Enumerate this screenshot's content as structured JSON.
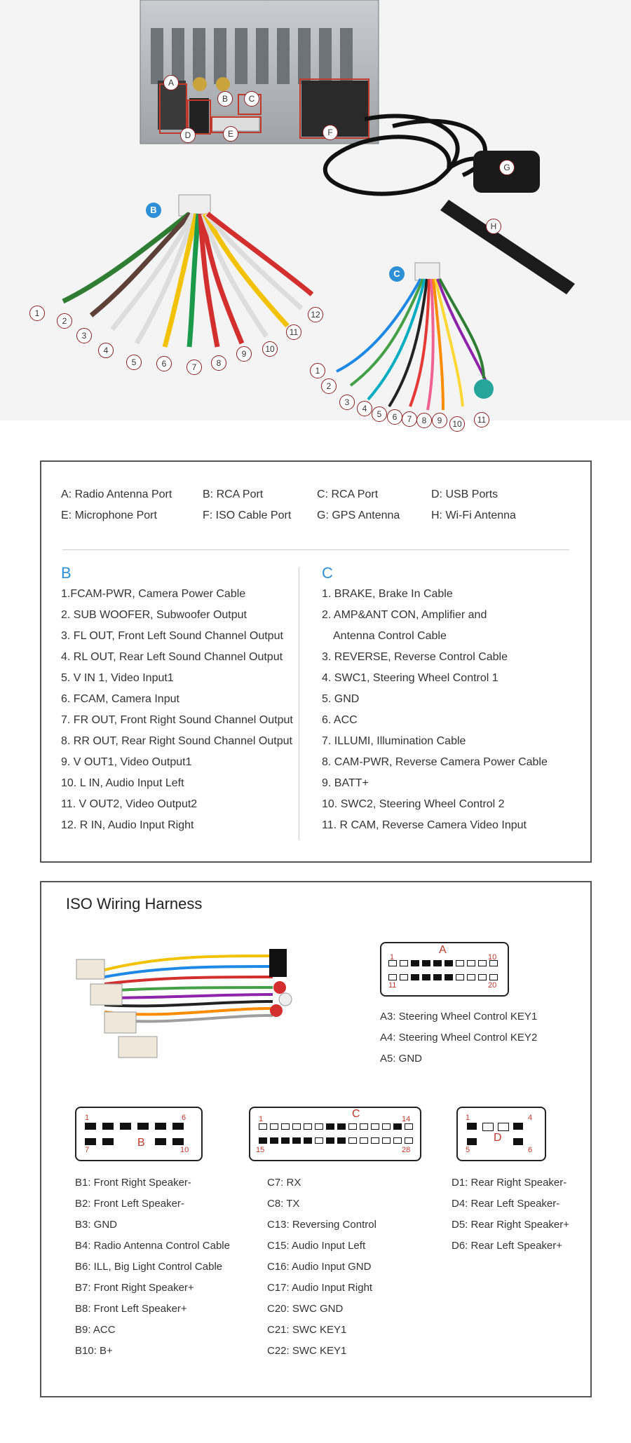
{
  "photo": {
    "main_callouts": [
      "A",
      "B",
      "C",
      "D",
      "E",
      "F",
      "G",
      "H"
    ],
    "b_tag": "B",
    "c_tag": "C",
    "b_numbers": [
      "1",
      "2",
      "3",
      "4",
      "5",
      "6",
      "7",
      "8",
      "9",
      "10",
      "11",
      "12"
    ],
    "c_numbers": [
      "1",
      "2",
      "3",
      "4",
      "5",
      "6",
      "7",
      "8",
      "9",
      "10",
      "11"
    ],
    "colors": {
      "accent": "#2d8fd5",
      "callout_border": "#8a1f1f"
    }
  },
  "legend": {
    "ports": [
      "A: Radio Antenna Port",
      "B: RCA Port",
      "C: RCA Port",
      "D: USB Ports",
      "E: Microphone Port",
      "F: ISO Cable Port",
      "G: GPS Antenna",
      "H: Wi-Fi Antenna"
    ],
    "b_heading": "B",
    "c_heading": "C",
    "b_items": [
      "1.FCAM-PWR, Camera Power Cable",
      "2. SUB WOOFER, Subwoofer Output",
      "3. FL OUT, Front Left Sound Channel Output",
      "4. RL OUT, Rear Left Sound Channel Output",
      "5. V IN 1, Video Input1",
      "6. FCAM, Camera Input",
      "7. FR OUT, Front Right Sound Channel Output",
      "8. RR OUT, Rear Right Sound Channel Output",
      "9. V OUT1, Video Output1",
      "10. L IN, Audio Input Left",
      "11. V OUT2, Video Output2",
      "12. R IN, Audio Input Right"
    ],
    "c_items": [
      "1. BRAKE, Brake In Cable",
      "2. AMP&ANT CON, Amplifier and",
      "Antenna Control Cable",
      "3. REVERSE, Reverse Control Cable",
      "4. SWC1, Steering Wheel Control 1",
      "5. GND",
      "6. ACC",
      "7. ILLUMI, Illumination Cable",
      "8. CAM-PWR, Reverse Camera Power Cable",
      "9. BATT+",
      "10. SWC2, Steering Wheel Control 2",
      "11. R CAM, Reverse Camera Video Input"
    ]
  },
  "iso": {
    "title": "ISO Wiring Harness",
    "conn_a": {
      "letter": "A",
      "n1": "1",
      "n10": "10",
      "n11": "11",
      "n20": "20"
    },
    "conn_b": {
      "letter": "B",
      "n1": "1",
      "n6": "6",
      "n7": "7",
      "n10": "10"
    },
    "conn_c": {
      "letter": "C",
      "n1": "1",
      "n14": "14",
      "n15": "15",
      "n28": "28"
    },
    "conn_d": {
      "letter": "D",
      "n1": "1",
      "n4": "4",
      "n5": "5",
      "n6": "6"
    },
    "a_items": [
      "A3: Steering Wheel Control KEY1",
      "A4: Steering Wheel Control KEY2",
      "A5: GND"
    ],
    "b_items": [
      "B1: Front Right Speaker-",
      "B2: Front Left Speaker-",
      "B3: GND",
      "B4: Radio Antenna Control Cable",
      "B6: ILL, Big Light Control Cable",
      "B7: Front Right Speaker+",
      "B8: Front Left Speaker+",
      "B9: ACC",
      "B10: B+"
    ],
    "c_items": [
      "C7: RX",
      "C8: TX",
      "C13: Reversing Control",
      "C15: Audio Input Left",
      "C16: Audio Input GND",
      "C17: Audio Input Right",
      "C20: SWC GND",
      "C21: SWC KEY1",
      "C22: SWC KEY1"
    ],
    "d_items": [
      "D1: Rear Right Speaker-",
      "D4: Rear Left Speaker-",
      "D5: Rear Right Speaker+",
      "D6: Rear Left Speaker+"
    ]
  }
}
